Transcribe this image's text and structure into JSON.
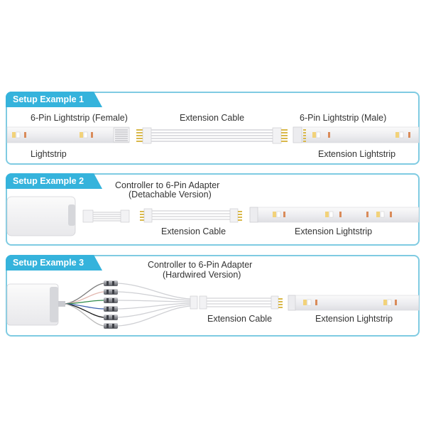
{
  "examples": [
    {
      "tab": "Setup Example 1",
      "labels": {
        "female_strip": "6-Pin Lightstrip (Female)",
        "extension_cable": "Extension Cable",
        "male_strip": "6-Pin Lightstrip (Male)",
        "lightstrip": "Lightstrip",
        "extension_lightstrip": "Extension Lightstrip"
      }
    },
    {
      "tab": "Setup Example 2",
      "labels": {
        "adapter_line1": "Controller to 6-Pin Adapter",
        "adapter_line2": "(Detachable Version)",
        "extension_cable": "Extension Cable",
        "extension_lightstrip": "Extension Lightstrip"
      }
    },
    {
      "tab": "Setup Example 3",
      "labels": {
        "adapter_line1": "Controller to 6-Pin Adapter",
        "adapter_line2": "(Hardwired Version)",
        "extension_cable": "Extension Cable",
        "extension_lightstrip": "Extension Lightstrip"
      }
    }
  ],
  "colors": {
    "accent": "#35b3dc",
    "panel_border": "#7fcbe2",
    "strip": "#f1f1f3",
    "connector_gold": "#d9b84a",
    "wire_colors": [
      "#7a7a7a",
      "#e2b8b0",
      "#2f8a4a",
      "#3a5fae",
      "#1a1a1a",
      "#b9b9b9"
    ]
  }
}
